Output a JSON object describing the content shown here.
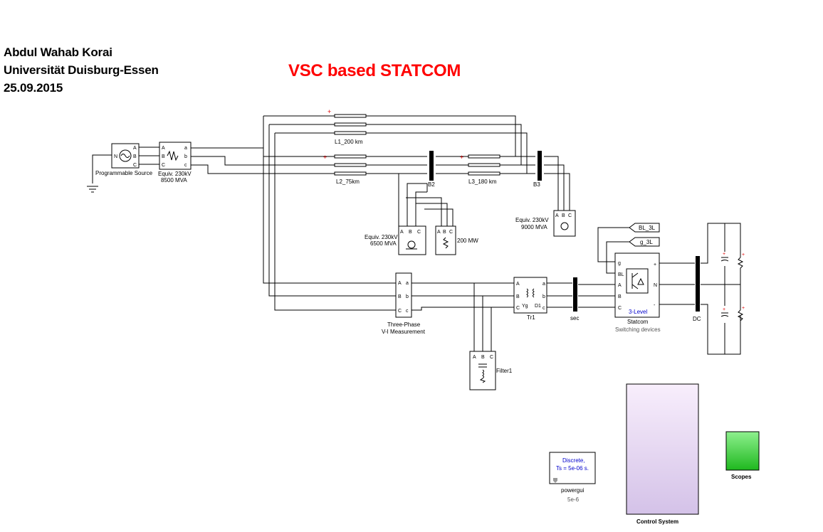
{
  "header": {
    "author": "Abdul Wahab Korai",
    "university": "Universität Duisburg-Essen",
    "date": "25.09.2015",
    "title": "VSC based STATCOM"
  },
  "blocks": {
    "prog_source": "Programmable Source",
    "equiv_left_1": "Equiv. 230kV",
    "equiv_left_2": "8500 MVA",
    "line_l1": "L1_200 km",
    "line_l2": "L2_75km",
    "line_l3": "L3_180 km",
    "bus_b2": "B2",
    "bus_b3": "B3",
    "equiv_mid_1": "Equiv. 230kV",
    "equiv_mid_2": "6500 MVA",
    "load_200mw": "200 MW",
    "equiv_right_1": "Equiv. 230kV",
    "equiv_right_2": "9000 MVA",
    "tag_bl": "BL_3L",
    "tag_g": "g_3L",
    "vi_meas_1": "Three-Phase",
    "vi_meas_2": "V-I Measurement",
    "transformer": "Tr1",
    "transformer_y": "Yg",
    "transformer_d": "D1",
    "bus_sec": "sec",
    "statcom": "Statcom",
    "statcom_sub": "Switching devices",
    "statcom_level": "3-Level",
    "bus_dc": "DC",
    "filter": "Filter1",
    "powergui_line1": "Discrete,",
    "powergui_line2": "Ts = 5e-06 s.",
    "powergui": "powergui",
    "powergui_sub": "5e-6",
    "control_system": "Control System",
    "scopes": "Scopes"
  },
  "colors": {
    "title": "#ff0000",
    "control_system_top": "#f8eefc",
    "control_system_bottom": "#d4c2e8",
    "scopes_top": "#8ef08e",
    "scopes_bottom": "#1fb81f",
    "powergui_text": "#0000cc"
  }
}
